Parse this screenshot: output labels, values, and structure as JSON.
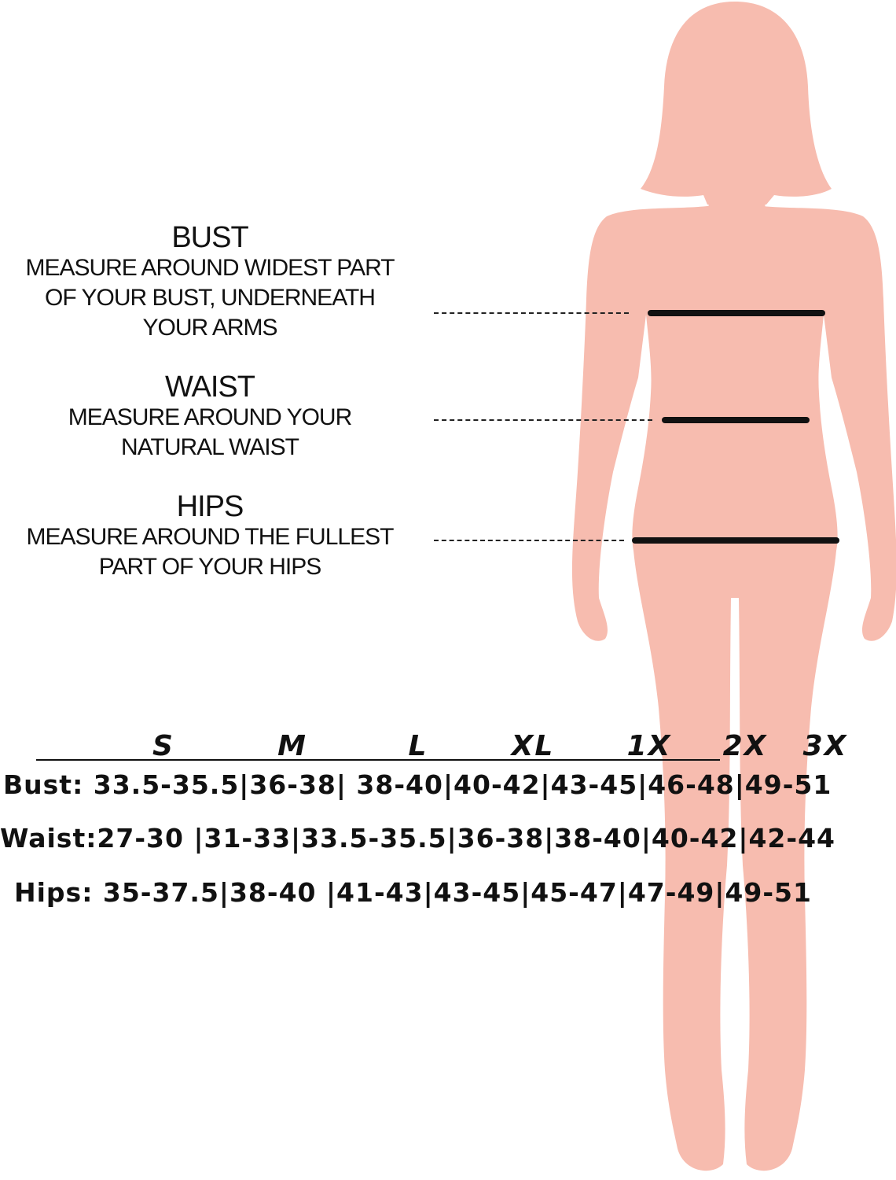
{
  "instructions": {
    "bust": {
      "heading": "BUST",
      "lines": [
        "MEASURE AROUND WIDEST PART",
        "OF YOUR BUST, UNDERNEATH",
        "YOUR ARMS"
      ]
    },
    "waist": {
      "heading": "WAIST",
      "lines": [
        "MEASURE AROUND YOUR",
        "NATURAL WAIST"
      ]
    },
    "hips": {
      "heading": "HIPS",
      "lines": [
        "MEASURE AROUND THE FULLEST",
        "PART OF YOUR HIPS"
      ]
    }
  },
  "size_chart": {
    "sizes": [
      "S",
      "M",
      "L",
      "XL",
      "1X",
      "2X",
      "3X"
    ],
    "rows": {
      "bust": "Bust: 33.5-35.5|36-38| 38-40|40-42|43-45|46-48|49-51",
      "waist": "Waist:27-30 |31-33|33.5-35.5|36-38|38-40|40-42|42-44",
      "hips": "Hips: 35-37.5|38-40 |41-43|43-45|45-47|47-49|49-51"
    }
  },
  "colors": {
    "silhouette": "#f7bcaf",
    "text": "#111111",
    "background": "#ffffff"
  }
}
